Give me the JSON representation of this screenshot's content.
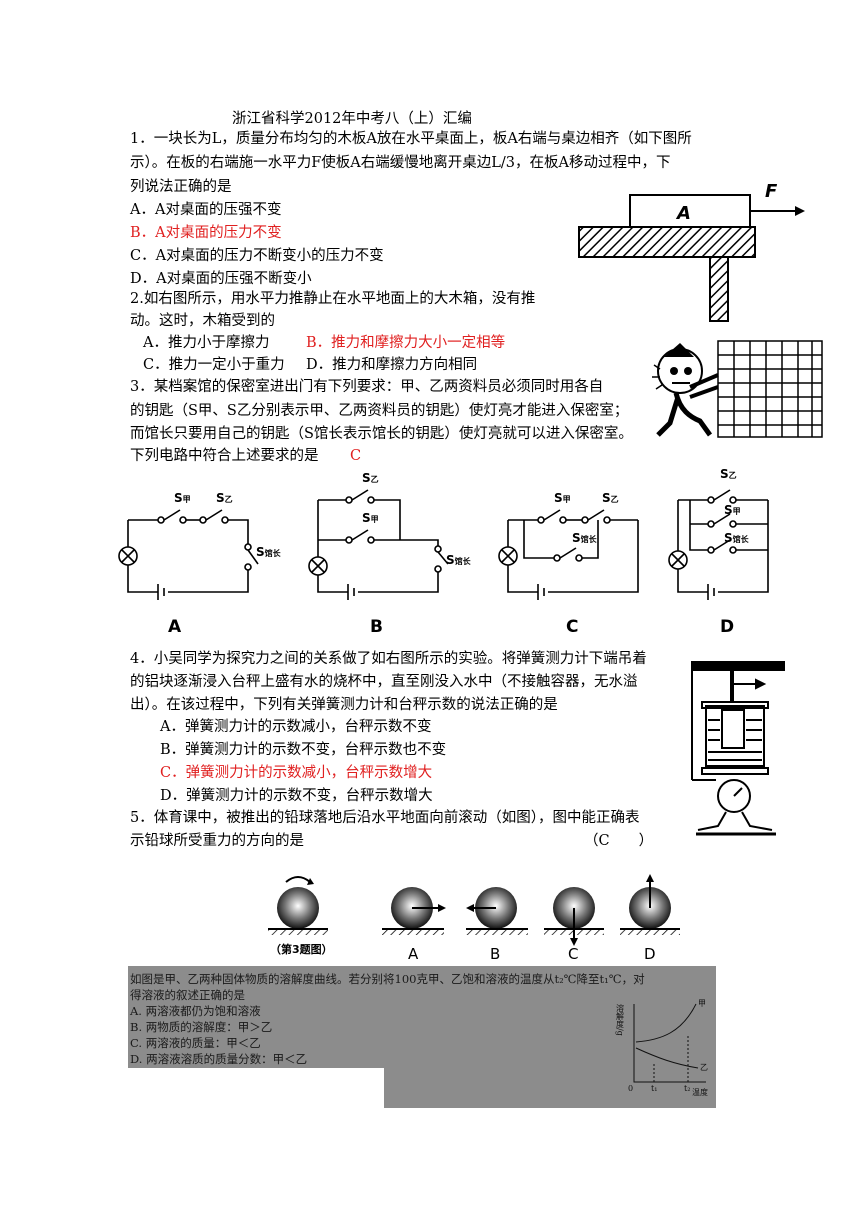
{
  "title": "浙江省科学2012年中考八（上）汇编",
  "q1": {
    "stem": [
      "1．一块长为L，质量分布均匀的木板A放在水平桌面上，板A右端与桌边相齐（如下图所",
      "示）。在板的右端施一水平力F使板A右端缓慢地离开桌边L/3，在板A移动过程中，下",
      "列说法正确的是"
    ],
    "options": [
      "A．A对桌面的压强不变",
      "B．A对桌面的压力不变",
      "C．A对桌面的压力不断变小的压力不变",
      "D．A对桌面的压强不断变小"
    ],
    "fig_label_a": "A",
    "fig_label_f": "F"
  },
  "q2": {
    "stem": [
      "2.如右图所示，用水平力推静止在水平地面上的大木箱，没有推",
      "动。这时，木箱受到的"
    ],
    "opt_a": "A．推力小于摩擦力",
    "opt_b": "B．推力和摩擦力大小一定相等",
    "opt_c": "C．推力一定小于重力",
    "opt_d": "D．推力和摩擦力方向相同"
  },
  "q3": {
    "stem": [
      "3．某档案馆的保密室进出门有下列要求：甲、乙两资料员必须同时用各自",
      "的钥匙（S甲、S乙分别表示甲、乙两资料员的钥匙）使灯亮才能进入保密室；",
      "而馆长只要用自己的钥匙（S馆长表示馆长的钥匙）使灯亮就可以进入保密室。",
      "下列电路中符合上述要求的是"
    ],
    "answer": "C",
    "s": "S",
    "jia": "甲",
    "yi": "乙",
    "guanzhang": "馆长",
    "circuit_labels": [
      "A",
      "B",
      "C",
      "D"
    ]
  },
  "q4": {
    "stem": [
      "4．小吴同学为探究力之间的关系做了如右图所示的实验。将弹簧测力计下端吊着",
      "的铝块逐渐浸入台秤上盛有水的烧杯中，直至刚没入水中（不接触容器，无水溢",
      "出）。在该过程中，下列有关弹簧测力计和台秤示数的说法正确的是"
    ],
    "options": [
      "A．弹簧测力计的示数减小，台秤示数不变",
      "B．弹簧测力计的示数不变，台秤示数也不变",
      "C．弹簧测力计的示数减小，台秤示数增大",
      "D．弹簧测力计的示数不变，台秤示数增大"
    ]
  },
  "q5": {
    "stem": [
      "5．体育课中，被推出的铅球落地后沿水平地面向前滚动（如图），图中能正确表",
      "示铅球所受重力的方向的是"
    ],
    "answer": "（C　　）",
    "fig_caption": "（第3题图）",
    "ball_labels": [
      "A",
      "B",
      "C",
      "D"
    ]
  },
  "q6": {
    "stem": [
      "如图是甲、乙两种固体物质的溶解度曲线。若分别将100克甲、乙饱和溶液的温度从t₂℃降至t₁℃，对",
      "得溶液的叙述正确的是"
    ],
    "options": [
      "A. 两溶液都仍为饱和溶液",
      "B. 两物质的溶解度：甲＞乙",
      "C. 两溶液的质量：甲＜乙",
      "D. 两溶液溶质的质量分数：甲＜乙"
    ],
    "graph_y": "溶解度/g",
    "graph_x": "温度",
    "curve_jia": "甲",
    "curve_yi": "乙",
    "t1": "t₁",
    "t2": "t₂",
    "origin": "0"
  }
}
